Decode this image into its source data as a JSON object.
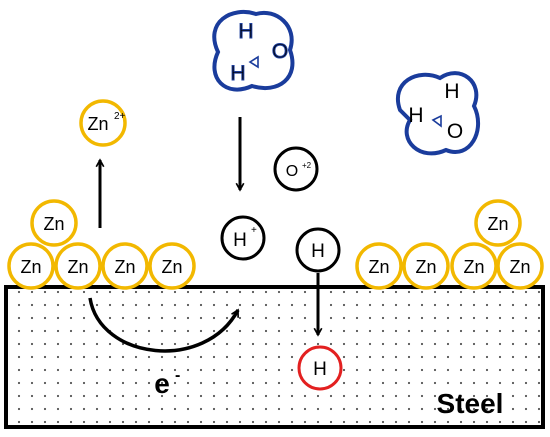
{
  "colors": {
    "zinc_stroke": "#f2b800",
    "molecule_stroke": "#1a3c9c",
    "absorbed_h_stroke": "#e32020",
    "ink": "#000000",
    "steel_fill": "#ffffff",
    "steel_dots": "#555555"
  },
  "labels": {
    "zn": "Zn",
    "zn_ion_base": "Zn",
    "zn_ion_charge": "2+",
    "h": "H",
    "h_plus_base": "H",
    "h_plus_charge": "+",
    "o_ion_base": "O",
    "o_ion_charge": "+2",
    "o": "O",
    "electron_base": "e",
    "electron_charge": "-",
    "steel": "Steel"
  },
  "counts": {
    "zinc_left_bottom_row": 4,
    "zinc_left_top_row": 1,
    "zinc_right_bottom_row": 4,
    "zinc_right_top_row": 1,
    "water_molecules": 2
  }
}
